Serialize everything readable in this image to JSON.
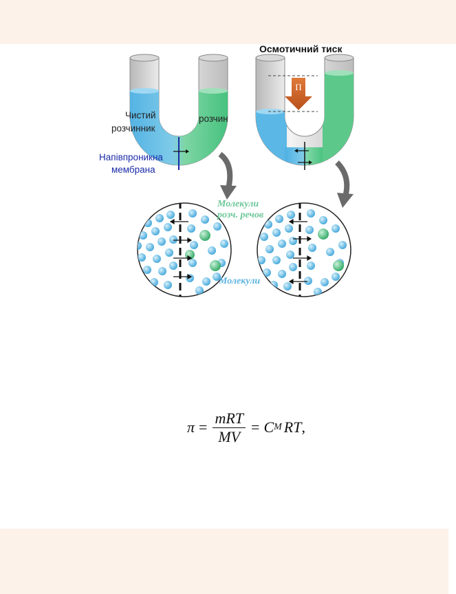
{
  "diagram": {
    "title": "Осмотичний тиск",
    "pure_solvent": "Чистий розчинник",
    "pure_solvent_line1": "Чистий",
    "pure_solvent_line2": "розчинник",
    "solution": "розчин",
    "membrane_line1": "Напівпроникна",
    "membrane_line2": "мембрана",
    "pressure_symbol": "П",
    "solute_molecules_line1": "Молекули",
    "solute_molecules_line2": "розч. речов",
    "solvent_molecules": "Молекули",
    "colors": {
      "solvent": "#5bb8e6",
      "solution": "#5cc98a",
      "arrow": "#d2691e",
      "membrane_label": "#1a2aa8",
      "band": "#fdf2e9"
    }
  },
  "formula": {
    "lhs": "π",
    "eq": "=",
    "numerator": "mRT",
    "denominator": "MV",
    "eq2": "=",
    "c": "C",
    "c_sub": "M",
    "rt": "RT",
    "comma": ","
  }
}
